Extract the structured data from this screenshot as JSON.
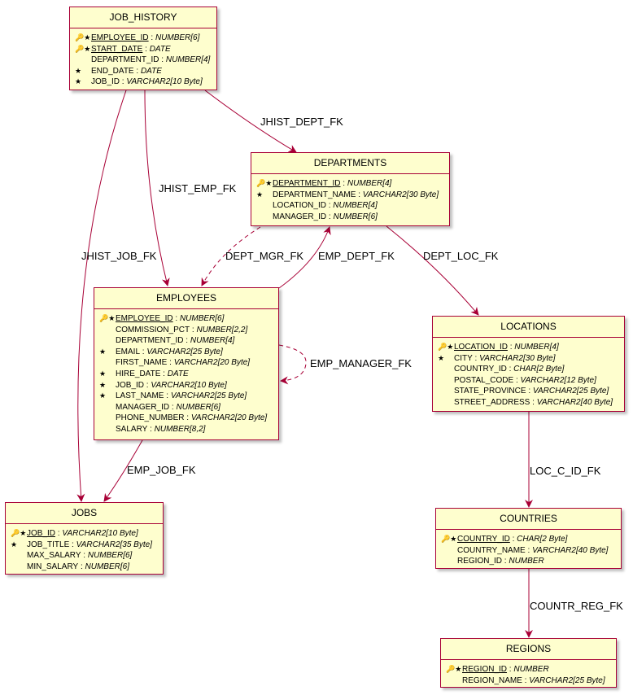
{
  "entities": {
    "job_history": {
      "name": "JOB_HISTORY",
      "fields": [
        {
          "marks": "🔑★",
          "name": "EMPLOYEE_ID",
          "type": "NUMBER[6]",
          "pk": true
        },
        {
          "marks": "🔑★",
          "name": "START_DATE",
          "type": "DATE",
          "pk": true
        },
        {
          "marks": "",
          "name": "DEPARTMENT_ID",
          "type": "NUMBER[4]",
          "pk": false
        },
        {
          "marks": "★",
          "name": "END_DATE",
          "type": "DATE",
          "pk": false
        },
        {
          "marks": "★",
          "name": "JOB_ID",
          "type": "VARCHAR2[10 Byte]",
          "pk": false
        }
      ]
    },
    "departments": {
      "name": "DEPARTMENTS",
      "fields": [
        {
          "marks": "🔑★",
          "name": "DEPARTMENT_ID",
          "type": "NUMBER[4]",
          "pk": true
        },
        {
          "marks": "★",
          "name": "DEPARTMENT_NAME",
          "type": "VARCHAR2[30 Byte]",
          "pk": false
        },
        {
          "marks": "",
          "name": "LOCATION_ID",
          "type": "NUMBER[4]",
          "pk": false
        },
        {
          "marks": "",
          "name": "MANAGER_ID",
          "type": "NUMBER[6]",
          "pk": false
        }
      ]
    },
    "employees": {
      "name": "EMPLOYEES",
      "fields": [
        {
          "marks": "🔑★",
          "name": "EMPLOYEE_ID",
          "type": "NUMBER[6]",
          "pk": true
        },
        {
          "marks": "",
          "name": "COMMISSION_PCT",
          "type": "NUMBER[2,2]",
          "pk": false
        },
        {
          "marks": "",
          "name": "DEPARTMENT_ID",
          "type": "NUMBER[4]",
          "pk": false
        },
        {
          "marks": "★",
          "name": "EMAIL",
          "type": "VARCHAR2[25 Byte]",
          "pk": false
        },
        {
          "marks": "",
          "name": "FIRST_NAME",
          "type": "VARCHAR2[20 Byte]",
          "pk": false
        },
        {
          "marks": "★",
          "name": "HIRE_DATE",
          "type": "DATE",
          "pk": false
        },
        {
          "marks": "★",
          "name": "JOB_ID",
          "type": "VARCHAR2[10 Byte]",
          "pk": false
        },
        {
          "marks": "★",
          "name": "LAST_NAME",
          "type": "VARCHAR2[25 Byte]",
          "pk": false
        },
        {
          "marks": "",
          "name": "MANAGER_ID",
          "type": "NUMBER[6]",
          "pk": false
        },
        {
          "marks": "",
          "name": "PHONE_NUMBER",
          "type": "VARCHAR2[20 Byte]",
          "pk": false
        },
        {
          "marks": "",
          "name": "SALARY",
          "type": "NUMBER[8,2]",
          "pk": false
        }
      ]
    },
    "locations": {
      "name": "LOCATIONS",
      "fields": [
        {
          "marks": "🔑★",
          "name": "LOCATION_ID",
          "type": "NUMBER[4]",
          "pk": true
        },
        {
          "marks": "★",
          "name": "CITY",
          "type": "VARCHAR2[30 Byte]",
          "pk": false
        },
        {
          "marks": "",
          "name": "COUNTRY_ID",
          "type": "CHAR[2 Byte]",
          "pk": false
        },
        {
          "marks": "",
          "name": "POSTAL_CODE",
          "type": "VARCHAR2[12 Byte]",
          "pk": false
        },
        {
          "marks": "",
          "name": "STATE_PROVINCE",
          "type": "VARCHAR2[25 Byte]",
          "pk": false
        },
        {
          "marks": "",
          "name": "STREET_ADDRESS",
          "type": "VARCHAR2[40 Byte]",
          "pk": false
        }
      ]
    },
    "jobs": {
      "name": "JOBS",
      "fields": [
        {
          "marks": "🔑★",
          "name": "JOB_ID",
          "type": "VARCHAR2[10 Byte]",
          "pk": true
        },
        {
          "marks": "★",
          "name": "JOB_TITLE",
          "type": "VARCHAR2[35 Byte]",
          "pk": false
        },
        {
          "marks": "",
          "name": "MAX_SALARY",
          "type": "NUMBER[6]",
          "pk": false
        },
        {
          "marks": "",
          "name": "MIN_SALARY",
          "type": "NUMBER[6]",
          "pk": false
        }
      ]
    },
    "countries": {
      "name": "COUNTRIES",
      "fields": [
        {
          "marks": "🔑★",
          "name": "COUNTRY_ID",
          "type": "CHAR[2 Byte]",
          "pk": true
        },
        {
          "marks": "",
          "name": "COUNTRY_NAME",
          "type": "VARCHAR2[40 Byte]",
          "pk": false
        },
        {
          "marks": "",
          "name": "REGION_ID",
          "type": "NUMBER",
          "pk": false
        }
      ]
    },
    "regions": {
      "name": "REGIONS",
      "fields": [
        {
          "marks": "🔑★",
          "name": "REGION_ID",
          "type": "NUMBER",
          "pk": true
        },
        {
          "marks": "",
          "name": "REGION_NAME",
          "type": "VARCHAR2[25 Byte]",
          "pk": false
        }
      ]
    }
  },
  "relations": {
    "jhist_dept_fk": "JHIST_DEPT_FK",
    "jhist_emp_fk": "JHIST_EMP_FK",
    "jhist_job_fk": "JHIST_JOB_FK",
    "dept_mgr_fk": "DEPT_MGR_FK",
    "emp_dept_fk": "EMP_DEPT_FK",
    "dept_loc_fk": "DEPT_LOC_FK",
    "emp_manager_fk": "EMP_MANAGER_FK",
    "emp_job_fk": "EMP_JOB_FK",
    "loc_c_id_fk": "LOC_C_ID_FK",
    "countr_reg_fk": "COUNTR_REG_FK"
  },
  "colors": {
    "edge": "#a80036",
    "entity_fill": "#fefece",
    "entity_border": "#a80036"
  }
}
